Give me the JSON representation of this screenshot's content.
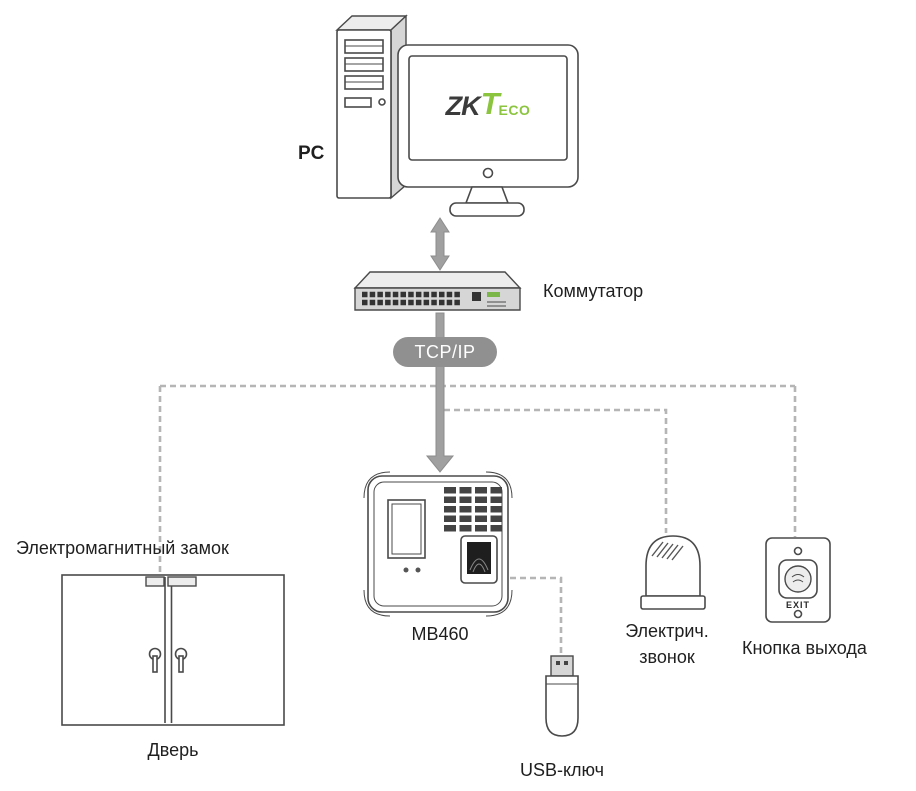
{
  "diagram": {
    "pc_label": "PC",
    "switch_label": "Коммутатор",
    "protocol_badge": "TCP/IP",
    "device_label": "MB460",
    "lock_label": "Электромагнитный замок",
    "door_label": "Дверь",
    "bell_label_line1": "Электрич.",
    "bell_label_line2": "звонок",
    "exit_button_label": "Кнопка выхода",
    "exit_button_text": "EXIT",
    "usb_label": "USB-ключ",
    "logo": {
      "zk": "ZK",
      "t": "T",
      "eco": "ECO"
    }
  },
  "colors": {
    "accent_green": "#8bc53f",
    "arrow_gray": "#a0a0a0",
    "badge_gray": "#909090",
    "dash_gray": "#b5b5b5",
    "line_dark": "#4a4a4a"
  }
}
